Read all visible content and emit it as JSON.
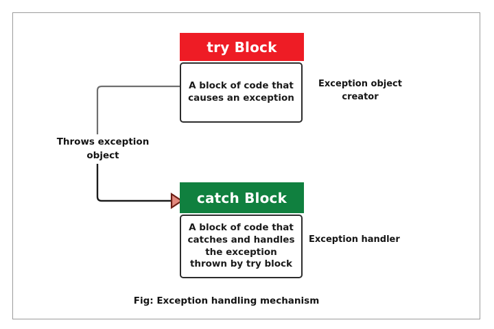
{
  "figure": {
    "caption": "Fig: Exception handling mechanism",
    "frame_color": "#9a9a9a",
    "background": "#ffffff"
  },
  "blocks": [
    {
      "id": "try",
      "header_label": "try Block",
      "header_color": "#ee1c25",
      "header_text_color": "#ffffff",
      "body_text": "A block of code that\ncauses an exception",
      "body_border_color": "#2b2b2b",
      "side_label": "Exception object\ncreator"
    },
    {
      "id": "catch",
      "header_label": "catch Block",
      "header_color": "#10803f",
      "header_text_color": "#ffffff",
      "body_text": "A block of code that\ncatches and handles\nthe exception thrown\nby try block",
      "body_border_color": "#2b2b2b",
      "side_label": "Exception handler"
    }
  ],
  "connector": {
    "label": "Throws exception\nobject",
    "upper_line_color": "#6e6e6e",
    "lower_line_color": "#1a1a1a",
    "arrowhead_fill": "#e2897e",
    "arrowhead_stroke": "#6d1f16"
  }
}
